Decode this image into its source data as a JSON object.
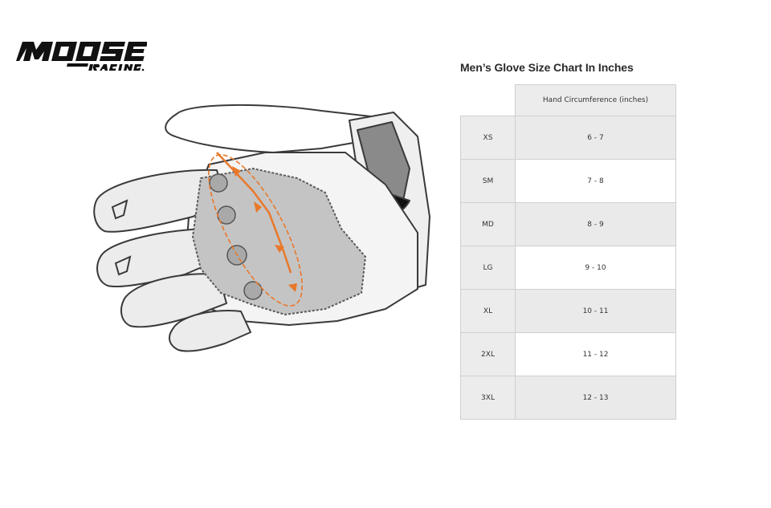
{
  "brand": {
    "name": "MOOSE RACING"
  },
  "chart": {
    "title": "Men’s Glove Size Chart In Inches",
    "column_header": "Hand Circumference (inches)",
    "rows": [
      {
        "size": "XS",
        "value": "6 - 7"
      },
      {
        "size": "SM",
        "value": "7 - 8"
      },
      {
        "size": "MD",
        "value": "8 - 9"
      },
      {
        "size": "LG",
        "value": "9 - 10"
      },
      {
        "size": "XL",
        "value": "10 - 11"
      },
      {
        "size": "2XL",
        "value": "11 - 12"
      },
      {
        "size": "3XL",
        "value": "12 - 13"
      }
    ]
  },
  "colors": {
    "accent_orange": "#e9782a",
    "header_gray": "#ececec",
    "outline": "#3a3a3a"
  },
  "illustration": {
    "icon": "glove-palm-measure-icon"
  }
}
